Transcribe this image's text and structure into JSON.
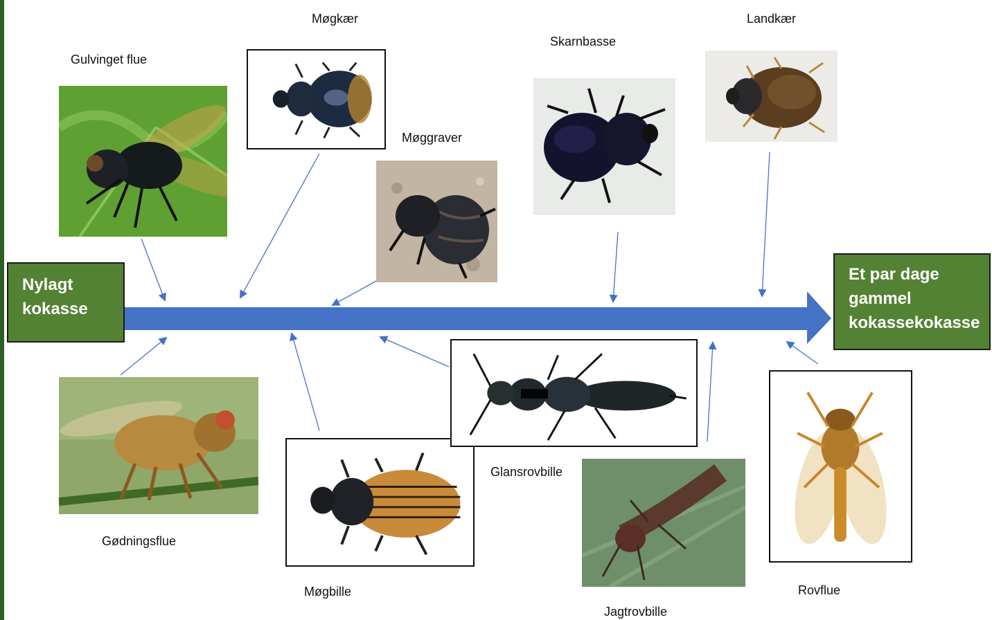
{
  "start_box": {
    "text": "Nylagt kokasse"
  },
  "end_box": {
    "text": "Et par dage gammel kokassekokasse"
  },
  "insects": [
    {
      "name": "Gulvinget flue",
      "icon": "fly-photo"
    },
    {
      "name": "Møgkær",
      "icon": "round-beetle-photo"
    },
    {
      "name": "Møggraver",
      "icon": "dung-beetle-photo"
    },
    {
      "name": "Skarnbasse",
      "icon": "dor-beetle-photo"
    },
    {
      "name": "Landkær",
      "icon": "water-beetle-photo"
    },
    {
      "name": "Gødningsflue",
      "icon": "dung-fly-photo"
    },
    {
      "name": "Møgbille",
      "icon": "aphodius-beetle-photo"
    },
    {
      "name": "Glansrovbille",
      "icon": "rove-beetle-photo"
    },
    {
      "name": "Jagtrovbille",
      "icon": "hairy-rove-beetle-photo"
    },
    {
      "name": "Rovflue",
      "icon": "robber-fly-photo"
    }
  ],
  "colors": {
    "main_arrow": "#4472c4",
    "box_fill": "#548235",
    "arrow_line": "#4472c4"
  }
}
